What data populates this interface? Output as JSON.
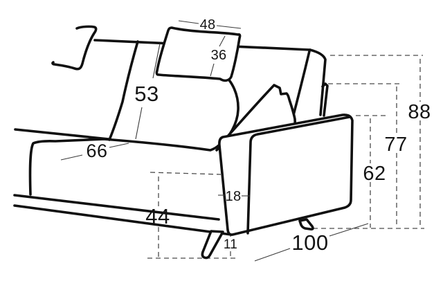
{
  "figure": {
    "type": "furniture-dimension-diagram",
    "subject": "sofa-section-side-perspective",
    "line_color": "#101010",
    "dash_color": "#4a4a4a",
    "background": "#ffffff"
  },
  "dimensions": {
    "headrest_cushion_width": "48",
    "headrest_cushion_height": "36",
    "backrest_height_above_seat": "53",
    "seat_depth": "66",
    "seat_height": "44",
    "armrest_front_width": "18",
    "leg_height": "11",
    "overall_depth": "100",
    "armrest_height": "62",
    "back_frame_height": "77",
    "overall_height": "88"
  }
}
